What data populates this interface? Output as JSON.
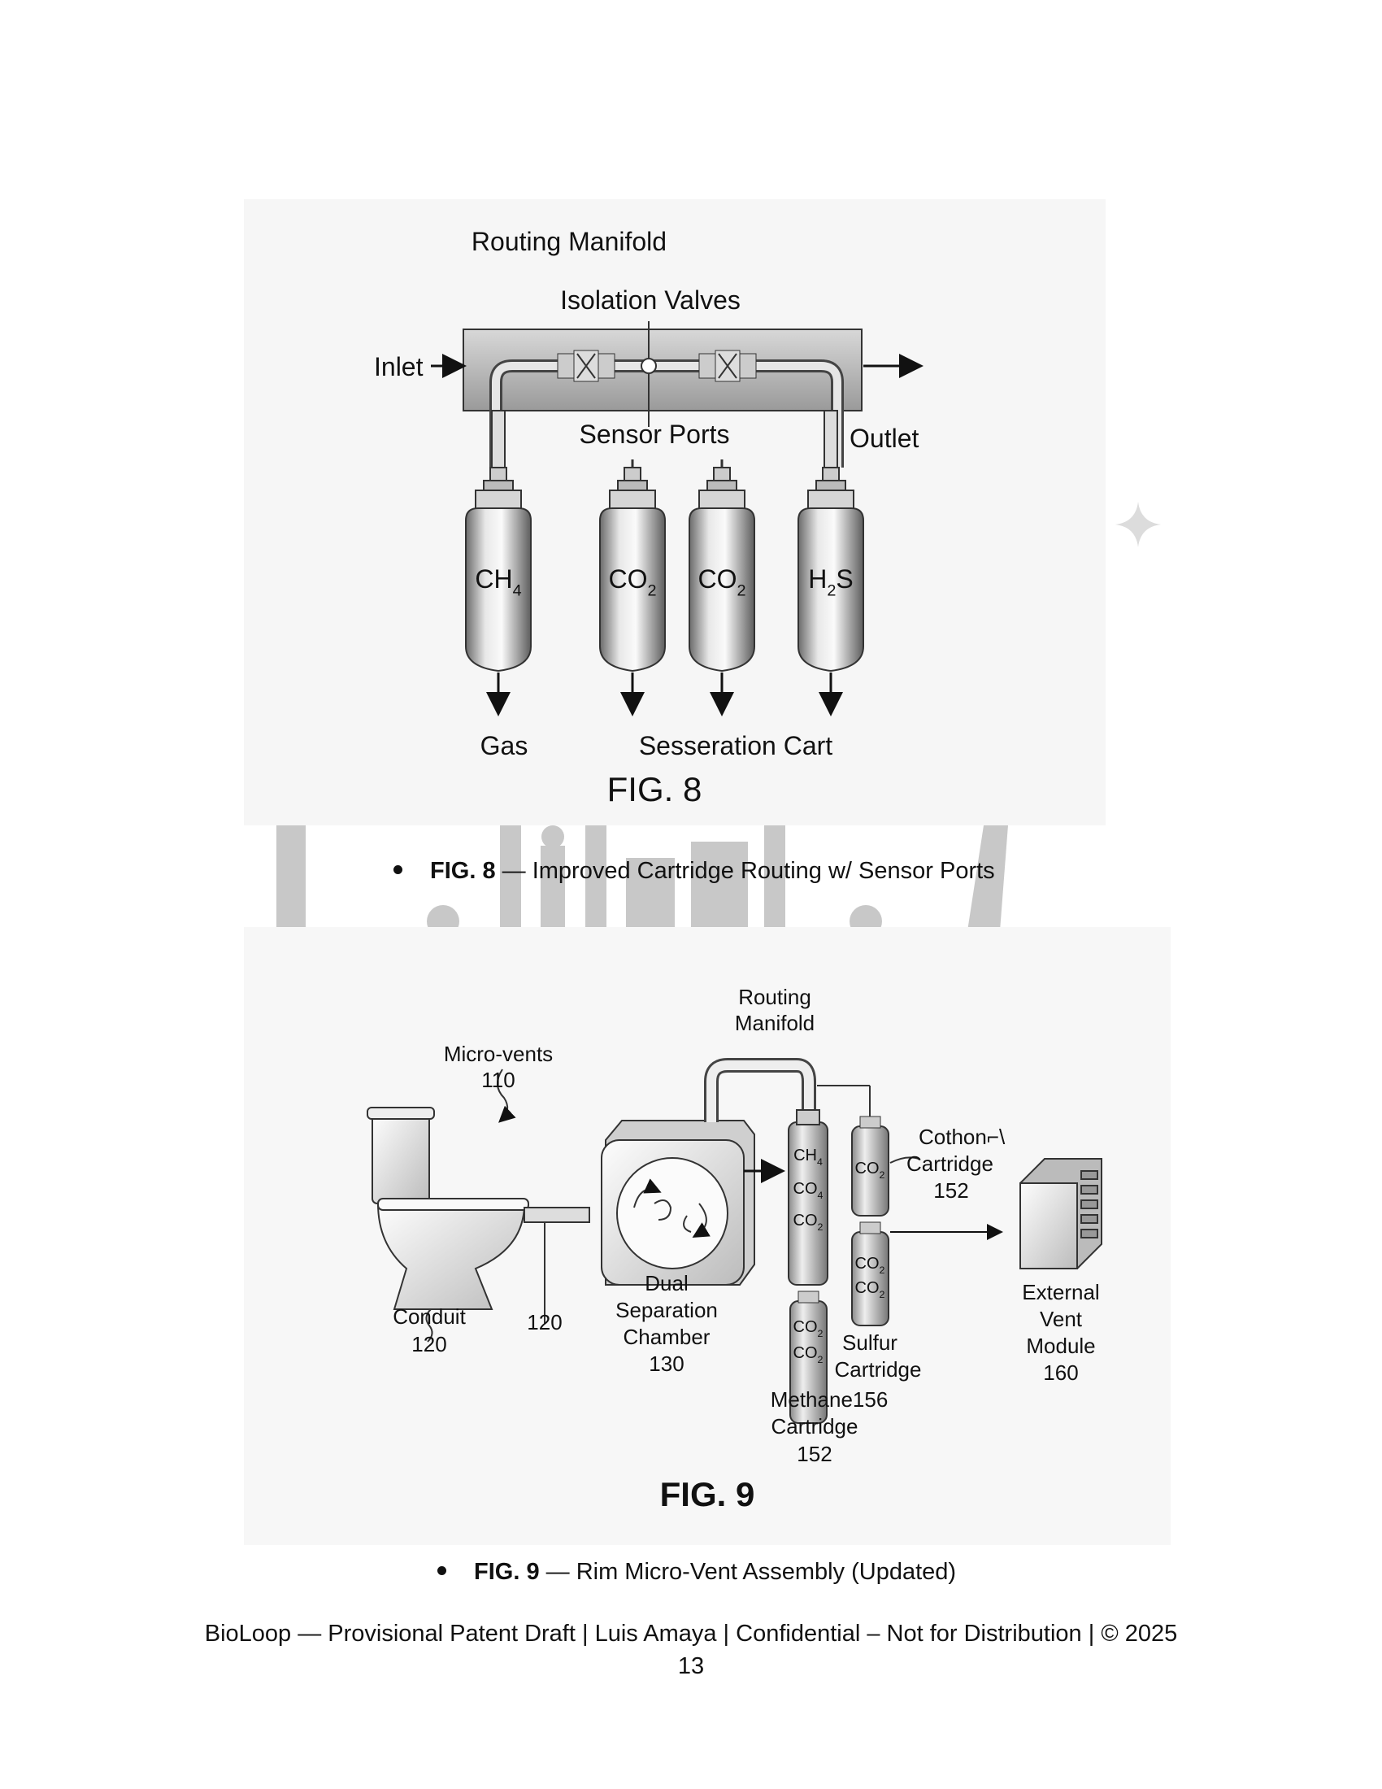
{
  "fig8": {
    "labels": {
      "routing_manifold": "Routing Manifold",
      "isolation_valves": "Isolation Valves",
      "inlet": "Inlet",
      "outlet": "Outlet",
      "sensor_ports": "Sensor Ports",
      "gas": "Gas",
      "sesseration_cart": "Sesseration Cart",
      "fig_label": "FIG. 8"
    },
    "cartridges": [
      {
        "base": "CH",
        "sub": "4",
        "suffix": ""
      },
      {
        "base": "CO",
        "sub": "2",
        "suffix": ""
      },
      {
        "base": "CO",
        "sub": "2",
        "suffix": ""
      },
      {
        "base": "H",
        "sub": "2",
        "suffix": "S"
      }
    ]
  },
  "caption8": {
    "bold": "FIG. 8",
    "text": " — Improved Cartridge Routing w/ Sensor Ports"
  },
  "fig9": {
    "labels": {
      "routing_manifold_1": "Routing",
      "routing_manifold_2": "Manifold",
      "micro_vents_1": "Micro-vents",
      "micro_vents_2": "110",
      "cothon_1": "Cothon⌐\\",
      "cothon_2": "Cartridge",
      "cothon_3": "152",
      "conduit_1": "Conduit",
      "conduit_2": "120",
      "conduit_ref": "120",
      "dual_1": "Dual",
      "dual_2": "Separation",
      "dual_3": "Chamber",
      "dual_4": "130",
      "sulfur_1": "Sulfur",
      "sulfur_2": "Cartridge",
      "methane_1": "Methane156",
      "methane_2": "Cartridge",
      "methane_3": "152",
      "external_1": "External",
      "external_2": "Vent",
      "external_3": "Module",
      "external_4": "160",
      "fig_label": "FIG. 9"
    },
    "column_gases": [
      {
        "base": "CH",
        "sub": "4"
      },
      {
        "base": "CO",
        "sub": "4"
      },
      {
        "base": "CO",
        "sub": "2"
      }
    ],
    "small_top_gas": {
      "base": "CO",
      "sub": "2"
    },
    "right_cart_gases": [
      {
        "base": "CO",
        "sub": "2"
      },
      {
        "base": "CO",
        "sub": "2"
      }
    ],
    "lower_cart_gases": [
      {
        "base": "CO",
        "sub": "2"
      },
      {
        "base": "CO",
        "sub": "2"
      }
    ]
  },
  "caption9": {
    "bold": "FIG. 9",
    "text": " — Rim Micro-Vent Assembly (Updated)"
  },
  "footer": {
    "line1": "BioLoop — Provisional Patent Draft | Luis Amaya | Confidential – Not for Distribution | © 2025",
    "page_number": "13"
  }
}
